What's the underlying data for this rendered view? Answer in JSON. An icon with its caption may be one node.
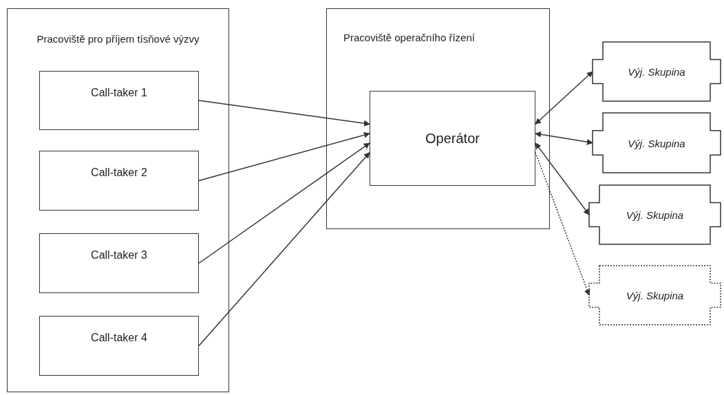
{
  "diagram": {
    "nodes": [
      {
        "text": [
          "Pracoviště pro příjem tísňové výzvy"
        ]
      },
      {
        "text": [
          "Call-taker 1"
        ],
        "in": 0
      },
      {
        "text": [
          "Call-taker 2"
        ],
        "in": 0
      },
      {
        "text": [
          "Call-taker 3"
        ],
        "in": 0
      },
      {
        "text": [
          "Call-taker 4"
        ],
        "in": 0
      },
      {
        "text": [
          "Pracoviště operačního řízení"
        ]
      },
      {
        "text": [
          "Operátor"
        ],
        "in": 5
      },
      {
        "text": [
          "Výj. Skupina"
        ]
      },
      {
        "text": [
          "Výj. Skupina"
        ]
      },
      {
        "text": [
          "Výj. Skupina"
        ]
      },
      {
        "text": [
          "Výj. Skupina"
        ]
      }
    ],
    "edges": [
      {
        "from": 1,
        "to": 6,
        "arrow": "to"
      },
      {
        "from": 2,
        "to": 6,
        "arrow": "to"
      },
      {
        "from": 3,
        "to": 6,
        "arrow": "to"
      },
      {
        "from": 4,
        "to": 6,
        "arrow": "to"
      },
      {
        "from": 6,
        "to": 7,
        "arrow": "both"
      },
      {
        "from": 6,
        "to": 8,
        "arrow": "both"
      },
      {
        "from": 6,
        "to": 9,
        "arrow": "both"
      },
      {
        "from": 6,
        "to": 10,
        "arrow": "to",
        "style": "dashed"
      }
    ]
  }
}
